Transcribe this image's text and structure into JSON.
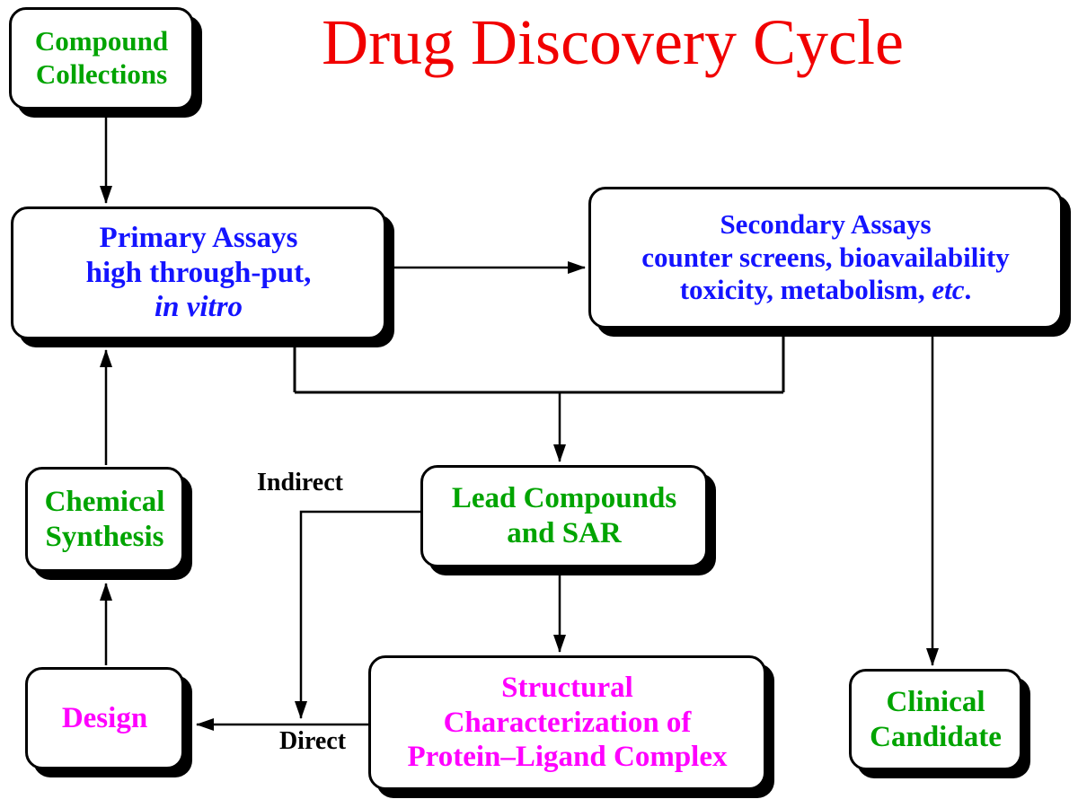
{
  "title": "Drug Discovery Cycle",
  "colors": {
    "title_red": "#f10000",
    "green": "#00a400",
    "blue": "#1414ff",
    "magenta": "#ff00ff",
    "line_black": "#000000",
    "box_fill": "#ffffff"
  },
  "boxes": {
    "compound_collections": {
      "line1": "Compound",
      "line2": "Collections"
    },
    "primary_assays": {
      "line1": "Primary Assays",
      "line2": "high through-put,",
      "line3": "in vitro"
    },
    "secondary_assays": {
      "line1": "Secondary Assays",
      "line2": "counter screens, bioavailability",
      "line3_normal": "toxicity, metabolism, ",
      "line3_italic": "etc",
      "line3_end": "."
    },
    "chemical_synthesis": {
      "line1": "Chemical",
      "line2": "Synthesis"
    },
    "lead_compounds": {
      "line1": "Lead Compounds",
      "line2": "and SAR"
    },
    "design": {
      "line1": "Design"
    },
    "structural_characterization": {
      "line1": "Structural",
      "line2": "Characterization of",
      "line3": "Protein–Ligand Complex"
    },
    "clinical_candidate": {
      "line1": "Clinical",
      "line2": "Candidate"
    }
  },
  "labels": {
    "indirect": "Indirect",
    "direct": "Direct"
  }
}
